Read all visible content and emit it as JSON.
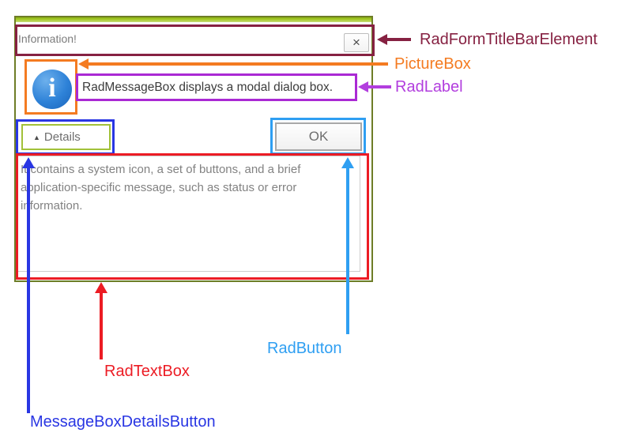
{
  "window": {
    "title": "Information!",
    "close_glyph": "×"
  },
  "message_box": {
    "icon_name": "info-icon",
    "icon_glyph": "i",
    "label": "RadMessageBox displays a modal dialog box.",
    "details_button": {
      "icon": "▲",
      "label": "Details"
    },
    "ok_button": {
      "label": "OK"
    },
    "details_text": "It contains a system icon, a set of buttons, and a brief application-specific message, such as status or error information."
  },
  "annotations": {
    "titlebar": {
      "label": "RadFormTitleBarElement",
      "color": "#862142"
    },
    "picturebox": {
      "label": "PictureBox",
      "color": "#f47b21"
    },
    "radlabel": {
      "label": "RadLabel",
      "color": "#b23ede"
    },
    "radbutton": {
      "label": "RadButton",
      "color": "#2f9ff2"
    },
    "radtextbox": {
      "label": "RadTextBox",
      "color": "#ec1c24"
    },
    "detailsbutton": {
      "label": "MessageBoxDetailsButton",
      "color": "#2936e3"
    }
  },
  "colors": {
    "form_border": "#6e7d27",
    "form_top_accent": "#a6ca2d",
    "details_button_border": "#a2c139",
    "info_icon_blue": "#2e82d8",
    "body_text_gray": "#828282"
  }
}
